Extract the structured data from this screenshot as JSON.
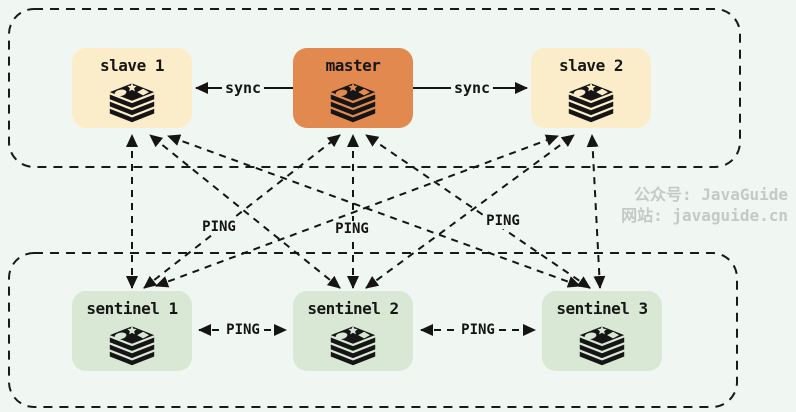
{
  "diagram_type": "redis-sentinel-architecture",
  "groups": {
    "replication_group": {
      "members": [
        "slave 1",
        "master",
        "slave 2"
      ]
    },
    "sentinel_group": {
      "members": [
        "sentinel 1",
        "sentinel 2",
        "sentinel 3"
      ]
    }
  },
  "nodes": {
    "slave1": {
      "label": "slave 1",
      "icon": "redis-icon",
      "bg": "#FBEDCA"
    },
    "master": {
      "label": "master",
      "icon": "redis-icon",
      "bg": "#E1894E"
    },
    "slave2": {
      "label": "slave 2",
      "icon": "redis-icon",
      "bg": "#FBEDCA"
    },
    "sentinel1": {
      "label": "sentinel 1",
      "icon": "redis-icon",
      "bg": "#D9E7D5"
    },
    "sentinel2": {
      "label": "sentinel 2",
      "icon": "redis-icon",
      "bg": "#D9E7D5"
    },
    "sentinel3": {
      "label": "sentinel 3",
      "icon": "redis-icon",
      "bg": "#D9E7D5"
    }
  },
  "labels": {
    "sync": "sync",
    "ping": "PING"
  },
  "edges": [
    {
      "from": "master",
      "to": "slave 1",
      "label": "sync",
      "style": "solid",
      "arrows": "to"
    },
    {
      "from": "master",
      "to": "slave 2",
      "label": "sync",
      "style": "solid",
      "arrows": "to"
    },
    {
      "from": "sentinel 1",
      "to": "slave 1",
      "label": "PING",
      "style": "dashed",
      "arrows": "both"
    },
    {
      "from": "sentinel 1",
      "to": "master",
      "label": "PING",
      "style": "dashed",
      "arrows": "both"
    },
    {
      "from": "sentinel 1",
      "to": "slave 2",
      "label": "PING",
      "style": "dashed",
      "arrows": "both"
    },
    {
      "from": "sentinel 2",
      "to": "slave 1",
      "label": "PING",
      "style": "dashed",
      "arrows": "both"
    },
    {
      "from": "sentinel 2",
      "to": "master",
      "label": "PING",
      "style": "dashed",
      "arrows": "both"
    },
    {
      "from": "sentinel 2",
      "to": "slave 2",
      "label": "PING",
      "style": "dashed",
      "arrows": "both"
    },
    {
      "from": "sentinel 3",
      "to": "slave 1",
      "label": "PING",
      "style": "dashed",
      "arrows": "both"
    },
    {
      "from": "sentinel 3",
      "to": "master",
      "label": "PING",
      "style": "dashed",
      "arrows": "both"
    },
    {
      "from": "sentinel 3",
      "to": "slave 2",
      "label": "PING",
      "style": "dashed",
      "arrows": "both"
    },
    {
      "from": "sentinel 1",
      "to": "sentinel 2",
      "label": "PING",
      "style": "dashed",
      "arrows": "both"
    },
    {
      "from": "sentinel 2",
      "to": "sentinel 3",
      "label": "PING",
      "style": "dashed",
      "arrows": "both"
    }
  ],
  "watermark": {
    "line1": "公众号: JavaGuide",
    "line2": "网站: javaguide.cn"
  },
  "colors": {
    "background": "#F0F6F1",
    "master_bg": "#E1894E",
    "slave_bg": "#FBEDCA",
    "sentinel_bg": "#D9E7D5",
    "line": "#151515",
    "watermark": "#C4CAC5"
  }
}
